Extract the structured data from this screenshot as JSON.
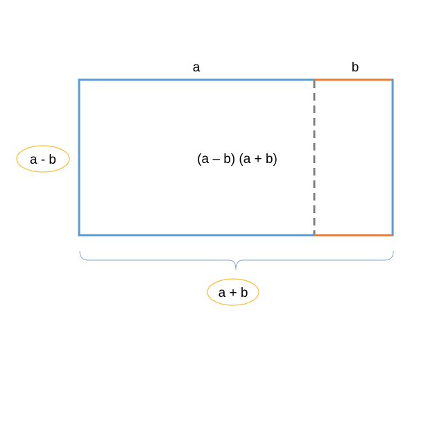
{
  "labels": {
    "top_a": "a",
    "top_b": "b",
    "center": "(a – b) (a + b)",
    "left": "a - b",
    "bottom": "a + b"
  },
  "colors": {
    "blue": "#5b9bd5",
    "orange": "#ed7d31",
    "dash": "#808080",
    "ellipse": "#f5c242",
    "brace": "#7fa7cf"
  }
}
